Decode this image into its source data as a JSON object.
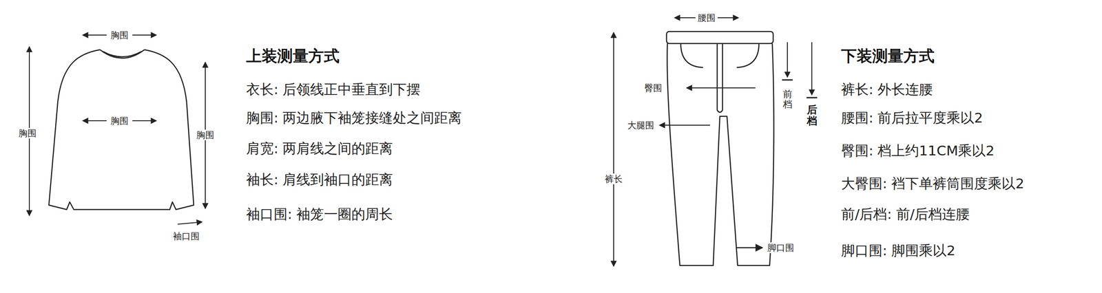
{
  "diagram": {
    "labels": [
      "胸围",
      "胸围",
      "胸围",
      "胸围",
      "袖口围",
      "上装测量方式",
      "衣长: 后领线正中垂直到下摆",
      "胸围: 两边腋下袖笼接缝处之间距离",
      "肩宽: 两肩线之间的距离",
      "袖长: 肩线到袖口的距离",
      "袖口围: 袖笼一圈的周长",
      "腰围",
      "臀围",
      "大腿围",
      "裤长",
      "前档",
      "后档",
      "脚口围",
      "下装测量方式",
      "裤长: 外长连腰",
      "腰围: 前后拉平度乘以2",
      "臀围: 档上约11CM乘以2",
      "大臀围: 裆下单裤筒围度乘以2",
      "前/后档: 前/后档连腰",
      "脚口围: 脚围乘以2"
    ]
  }
}
